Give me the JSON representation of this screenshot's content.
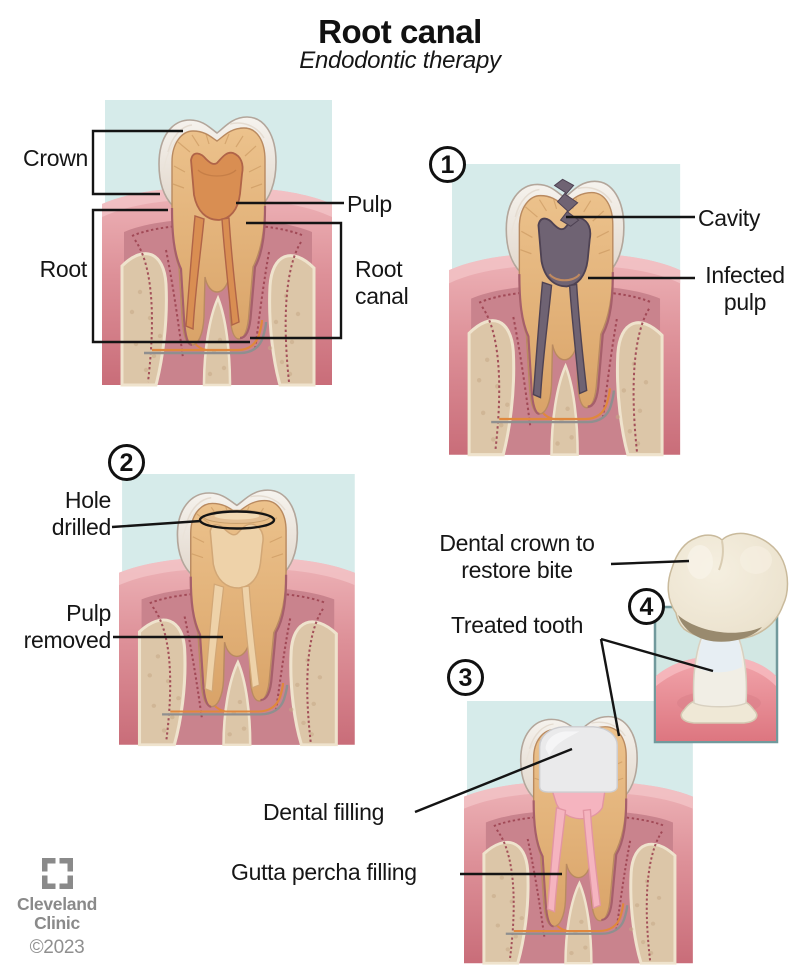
{
  "title": "Root canal",
  "subtitle": "Endodontic therapy",
  "main_diagram": {
    "crown": "Crown",
    "pulp": "Pulp",
    "root": "Root",
    "root_canal": "Root canal"
  },
  "steps": [
    {
      "number": "1",
      "labels": {
        "cavity": "Cavity",
        "infected_pulp": "Infected pulp"
      }
    },
    {
      "number": "2",
      "labels": {
        "hole_drilled": "Hole drilled",
        "pulp_removed": "Pulp removed"
      }
    },
    {
      "number": "3",
      "labels": {
        "dental_filling": "Dental filling",
        "gutta_percha": "Gutta percha filling"
      }
    },
    {
      "number": "4",
      "labels": {
        "dental_crown": "Dental crown to restore bite",
        "treated_tooth": "Treated tooth"
      }
    }
  ],
  "footer": {
    "line1": "Cleveland",
    "line2": "Clinic",
    "copyright": "©2023"
  },
  "colors": {
    "background": "#ffffff",
    "sky": "#d6ebea",
    "gum_light": "#eeb4b8",
    "gum_mid": "#dd9098",
    "gum_dark": "#c96d79",
    "gum_socket": "#c9838d",
    "gum_serration": "#9c4350",
    "bone": "#dcc6a8",
    "bone_speckle": "#c6a987",
    "enamel": "#f6f3ee",
    "enamel_edge": "#b3a69b",
    "dentin": "#e6b981",
    "dentin_deep": "#d9a368",
    "pulp": "#d98e52",
    "pulp_edge": "#b06448",
    "infected_pulp": "#6f6373",
    "infected_edge": "#4e4253",
    "empty_canal": "#eed2a9",
    "gutta_percha": "#f5b4bf",
    "gutta_edge": "#e295a3",
    "dental_filling": "#eaeaeb",
    "crown_ivory": "#ece3cf",
    "nerve_orange": "#e0883c",
    "nerve_gray": "#8f8f8f",
    "annotation": "#141414",
    "panel4_border": "#71999c",
    "logo_gray": "#8a8a8a"
  }
}
